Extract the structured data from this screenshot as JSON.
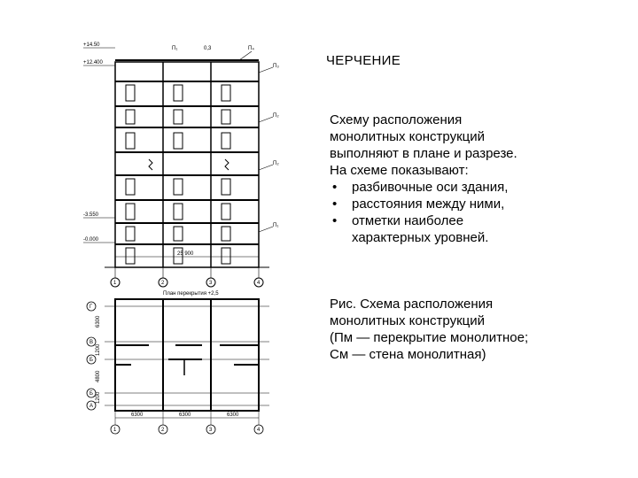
{
  "title": "ЧЕРЧЕНИЕ",
  "description": {
    "intro_lines": [
      "Схему расположения",
      "монолитных конструкций",
      "выполняют в плане и разрезе.",
      "На схеме показывают:"
    ],
    "bullets": [
      "разбивочные оси здания,",
      "расстояния между ними,",
      "отметки наиболее"
    ],
    "bullet_continuation": "характерных уровней."
  },
  "caption_lines": [
    "Рис. Схема расположения",
    "монолитных конструкций",
    "(Пм — перекрытие монолитное;",
    "См — стена монолитная)"
  ],
  "drawing": {
    "section": {
      "level_marks": [
        "+14.50",
        "+12.400",
        "-3.550",
        "-0.000"
      ],
      "top_labels": [
        "П₁",
        "0,3",
        "П₄"
      ],
      "side_labels": [
        "П₃",
        "П₂",
        "П₂",
        "П₁"
      ],
      "dimension": "25 900",
      "axis_labels": [
        "1",
        "2",
        "3",
        "4"
      ]
    },
    "plan": {
      "title": "План перекрытия  +2,5",
      "row_axes": [
        "Г",
        "В",
        "Б",
        "Б",
        "А"
      ],
      "col_axes": [
        "1",
        "2",
        "3",
        "4"
      ],
      "dimensions": [
        "6300",
        "6300",
        "6300"
      ],
      "side_dims": [
        "6300",
        "1200",
        "4800",
        "1200"
      ]
    }
  }
}
